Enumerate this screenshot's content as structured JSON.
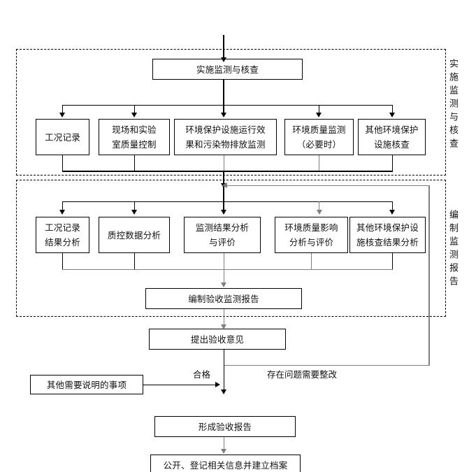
{
  "diagram": {
    "title_top_node": "实施监测与核查",
    "sections": [
      {
        "id": "section-monitoring",
        "vertical_label": "实施监测与核查"
      },
      {
        "id": "section-reporting",
        "vertical_label": "编制监测报告"
      }
    ],
    "monitoring_row": [
      {
        "id": "gongkuang-jilu",
        "label": "工况记录"
      },
      {
        "id": "xianchang-shiyanshi",
        "line1": "现场和实验",
        "line2": "室质量控制"
      },
      {
        "id": "huanbao-sheshi-yunxing",
        "line1": "环境保护设施运行效",
        "line2": "果和污染物排放监测"
      },
      {
        "id": "huanjing-zhiliang-jiance",
        "line1": "环境质量监测",
        "line2": "（必要时）"
      },
      {
        "id": "qita-huanbao-sheshi",
        "line1": "其他环境保护",
        "line2": "设施核查"
      }
    ],
    "analysis_row": [
      {
        "id": "gongkuang-jieguo-fenxi",
        "line1": "工况记录",
        "line2": "结果分析"
      },
      {
        "id": "zhikong-shuju-fenxi",
        "label": "质控数据分析"
      },
      {
        "id": "jiance-jieguo-fenxi",
        "line1": "监测结果分析",
        "line2": "与评价"
      },
      {
        "id": "huanjing-zhiliang-yingxiang",
        "line1": "环境质量影响",
        "line2": "分析与评价"
      },
      {
        "id": "qita-hecha-jieguo-fenxi",
        "line1": "其他环境保护设",
        "line2": "施核查结果分析"
      }
    ],
    "flow_nodes": [
      {
        "id": "bianzhi-yanshou-baogao",
        "label": "编制验收监测报告"
      },
      {
        "id": "tichu-yanshou-yijian",
        "label": "提出验收意见"
      },
      {
        "id": "xingcheng-yanshou-baogao",
        "label": "形成验收报告"
      },
      {
        "id": "gongkai-dengji",
        "label": "公开、登记相关信息并建立档案"
      }
    ],
    "side_node": {
      "id": "qita-shuoming-shixiang",
      "label": "其他需要说明的事项"
    },
    "edge_labels": [
      {
        "id": "pass-label",
        "label": "合格"
      },
      {
        "id": "rectify-label",
        "label": "存在问题需要整改"
      }
    ],
    "colors": {
      "line": "#000000",
      "feedback_line": "#7f7f7f",
      "box_border": "#000000",
      "background": "#ffffff"
    }
  }
}
